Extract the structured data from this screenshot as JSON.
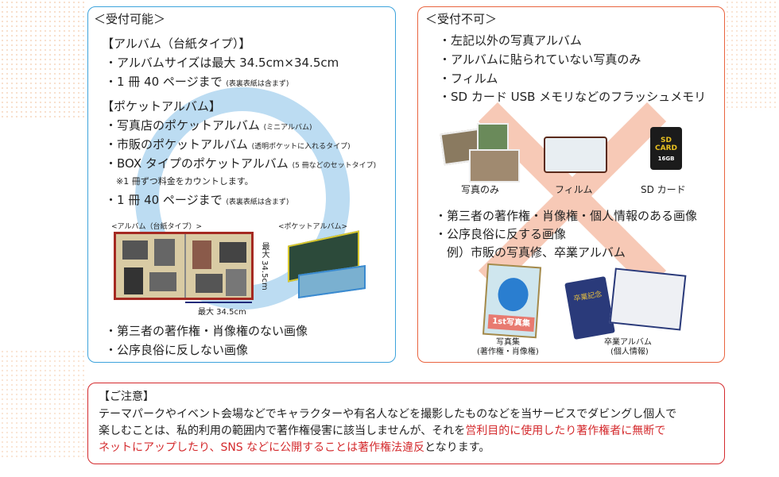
{
  "accept": {
    "title": "＜受付可能＞",
    "album_heading": "【アルバム（台紙タイプ）】",
    "album_items": [
      "・アルバムサイズは最大 34.5cm×34.5cm",
      "・1 冊 40 ページまで"
    ],
    "album_note": "(表裏表紙は含まず)",
    "pocket_heading": "【ポケットアルバム】",
    "pocket_items": [
      {
        "text": "・写真店のポケットアルバム",
        "note": "(ミニアルバム)"
      },
      {
        "text": "・市販のポケットアルバム",
        "note": "(透明ポケットに入れるタイプ)"
      },
      {
        "text": "・BOX タイプのポケットアルバム",
        "note": "(5 冊などのセットタイプ)"
      }
    ],
    "count_note": "※1 冊ずつ料金をカウントします。",
    "page_limit": "・1 冊 40 ページまで",
    "page_limit_note": "(表裏表紙は含まず)",
    "img_album_label": "<アルバム（台紙タイプ）>",
    "img_pocket_label": "<ポケットアルバム>",
    "dim_height": "最大 34.5cm",
    "dim_width": "最大 34.5cm",
    "bottom_items": [
      "・第三者の著作権・肖像権のない画像",
      "・公序良俗に反しない画像"
    ]
  },
  "reject": {
    "title": "＜受付不可＞",
    "items": [
      "・左記以外の写真アルバム",
      "・アルバムに貼られていない写真のみ",
      "・フィルム",
      "・SD カード USB メモリなどのフラッシュメモリ"
    ],
    "icons": [
      {
        "label": "写真のみ"
      },
      {
        "label": "フィルム"
      },
      {
        "label": "SD カード"
      }
    ],
    "sd_text": "SD CARD",
    "sd_size": "16GB",
    "items2": [
      "・第三者の著作権・肖像権・個人情報のある画像",
      "・公序良俗に反する画像",
      "　例）市販の写真修、卒業アルバム"
    ],
    "photobook_text": "1st写真集",
    "photobook_label": "写真集",
    "photobook_sub": "(著作権・肖像権)",
    "grad_cover": "卒業記念",
    "grad_label": "卒業アルバム",
    "grad_sub": "(個人情報)"
  },
  "note": {
    "title": "【ご注意】",
    "line1": "テーマパークやイベント会場などでキャラクターや有名人などを撮影したものなどを当サービスでダビングし個人で",
    "line2a": "楽しむことは、私的利用の範囲内で著作権侵害に該当しませんが、それを",
    "line2b": "営利目的に使用したり著作権者に無断で",
    "line3a": "ネットにアップしたり、SNS などに公開することは著作権法違反",
    "line3b": "となります。"
  },
  "colors": {
    "accept": "#3da3dc",
    "reject": "#e9643f",
    "note": "#d42a2d"
  }
}
